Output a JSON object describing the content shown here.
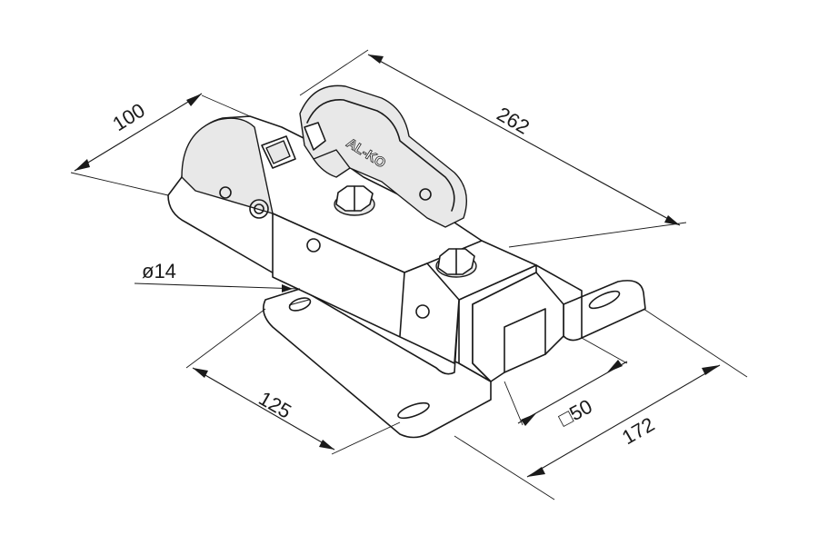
{
  "brand_label": "AL-KO",
  "dimensions": {
    "width_top": "100",
    "length": "262",
    "hole_diameter": "ø14",
    "hole_spacing": "125",
    "tube_square": "□50",
    "base_width": "172"
  }
}
